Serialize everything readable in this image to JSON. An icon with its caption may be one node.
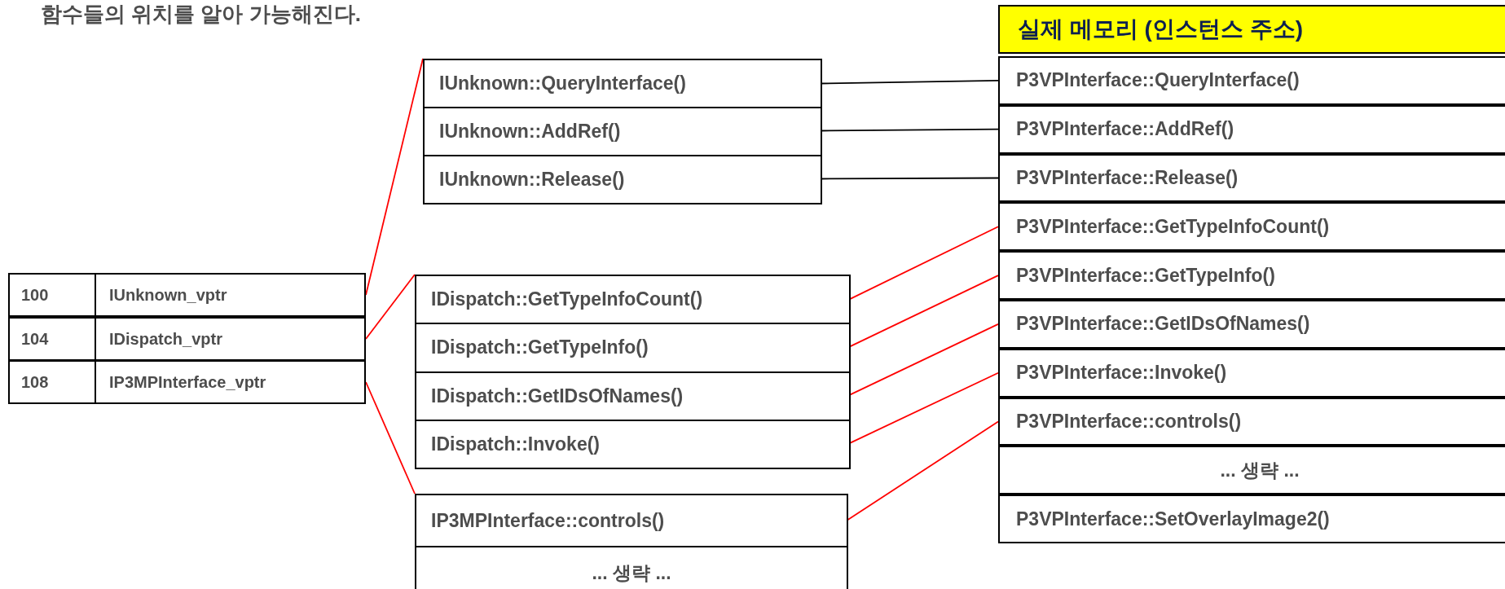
{
  "diagram": {
    "nodes": [
      {
        "text": [
          "100",
          "IUnknown_vptr"
        ]
      },
      {
        "text": [
          "104",
          "IDispatch_vptr"
        ]
      },
      {
        "text": [
          "108",
          "IP3MPInterface_vptr"
        ]
      },
      {
        "text": [],
        "shape": "box"
      },
      {
        "text": [
          "IUnknown::QueryInterface()"
        ],
        "in": 3
      },
      {
        "text": [
          "IUnknown::AddRef()"
        ],
        "in": 3
      },
      {
        "text": [
          "IUnknown::Release()"
        ],
        "in": 3
      },
      {
        "text": [],
        "shape": "box"
      },
      {
        "text": [
          "IDispatch::GetTypeInfoCount()"
        ],
        "in": 7
      },
      {
        "text": [
          "IDispatch::GetTypeInfo()"
        ],
        "in": 7
      },
      {
        "text": [
          "IDispatch::GetIDsOfNames()"
        ],
        "in": 7
      },
      {
        "text": [
          "IDispatch::Invoke()"
        ],
        "in": 7
      },
      {
        "text": [],
        "shape": "box"
      },
      {
        "text": [
          "IP3MPInterface::controls()"
        ],
        "in": 12
      },
      {
        "text": [
          "... 생략 ..."
        ],
        "in": 12
      },
      {
        "text": [
          "실제 메모리 (인스턴스 주소)"
        ]
      },
      {
        "text": [
          "P3VPInterface::QueryInterface()"
        ]
      },
      {
        "text": [
          "P3VPInterface::AddRef()"
        ]
      },
      {
        "text": [
          "P3VPInterface::Release()"
        ]
      },
      {
        "text": [
          "P3VPInterface::GetTypeInfoCount()"
        ]
      },
      {
        "text": [
          "P3VPInterface::GetTypeInfo()"
        ]
      },
      {
        "text": [
          "P3VPInterface::GetIDsOfNames()"
        ]
      },
      {
        "text": [
          "P3VPInterface::Invoke()"
        ]
      },
      {
        "text": [
          "P3VPInterface::controls()"
        ]
      },
      {
        "text": [
          "... 생략 ..."
        ]
      },
      {
        "text": [
          "P3VPInterface::SetOverlayImage2()"
        ]
      }
    ],
    "edges": [
      {
        "from": 0,
        "to": 3,
        "arrow": "none"
      },
      {
        "from": 1,
        "to": 7,
        "arrow": "none"
      },
      {
        "from": 2,
        "to": 12,
        "arrow": "none"
      },
      {
        "from": 4,
        "to": 16,
        "arrow": "none",
        "color": "#000000"
      },
      {
        "from": 5,
        "to": 17,
        "arrow": "none",
        "color": "#000000"
      },
      {
        "from": 6,
        "to": 18,
        "arrow": "none",
        "color": "#000000"
      },
      {
        "from": 8,
        "to": 19,
        "arrow": "none"
      },
      {
        "from": 9,
        "to": 20,
        "arrow": "none"
      },
      {
        "from": 10,
        "to": 21,
        "arrow": "none"
      },
      {
        "from": 11,
        "to": 22,
        "arrow": "none"
      },
      {
        "from": 13,
        "to": 23,
        "arrow": "none"
      }
    ],
    "labels": [
      "함수들의 위치를 알아 가능해진다."
    ]
  }
}
